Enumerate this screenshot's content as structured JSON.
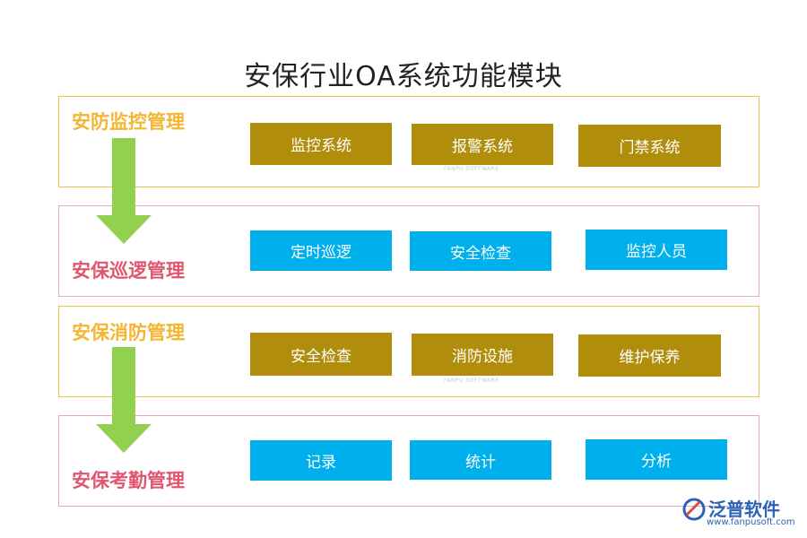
{
  "title": "安保行业OA系统功能模块",
  "sections": [
    {
      "title": "安防监控管理",
      "items": [
        "监控系统",
        "报警系统",
        "门禁系统"
      ]
    },
    {
      "title": "安保巡逻管理",
      "items": [
        "定时巡逻",
        "安全检查",
        "监控人员"
      ]
    },
    {
      "title": "安保消防管理",
      "items": [
        "安全检查",
        "消防设施",
        "维护保养"
      ]
    },
    {
      "title": "安保考勤管理",
      "items": [
        "记录",
        "统计",
        "分析"
      ]
    }
  ],
  "watermark": "FANPU SOFTWARE",
  "logo": {
    "name": "泛普软件",
    "url": "www.fanpusoft.com"
  },
  "colors": {
    "gold_title": "#f4b531",
    "pink_title": "#e0566e",
    "brown_box": "#b08d0b",
    "blue_box": "#00b0ec",
    "arrow_green": "#92d050"
  }
}
